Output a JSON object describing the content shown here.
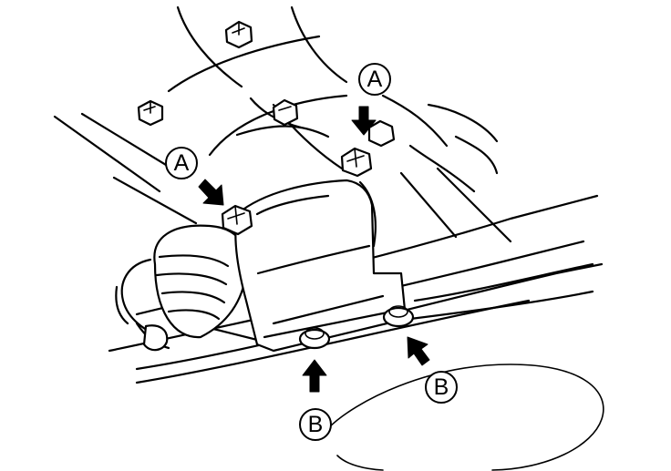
{
  "callouts": [
    {
      "id": "a-top",
      "label": "A"
    },
    {
      "id": "a-left",
      "label": "A"
    },
    {
      "id": "b-right",
      "label": "B"
    },
    {
      "id": "b-bottom",
      "label": "B"
    }
  ]
}
